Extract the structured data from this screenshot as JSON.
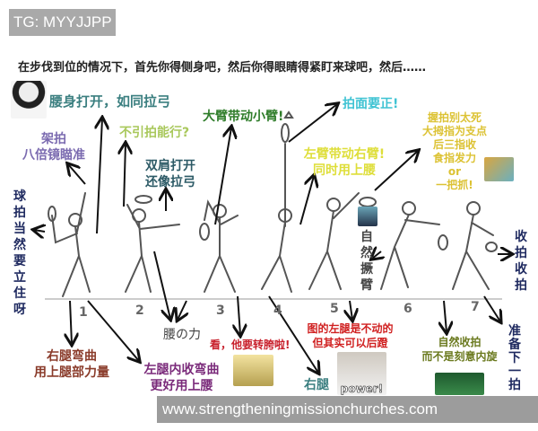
{
  "watermark_top": "TG: MYYJJPP",
  "headline": "在步伐到位的情况下，首先你得侧身吧，然后你得眼睛得紧盯来球吧，然后……",
  "labels": {
    "waist_open": "腰身打开，如同拉弓",
    "racket_frame_1": "架拍",
    "racket_frame_2": "八倍镜瞄准",
    "no_backswing": "不引拍能行?",
    "upper_arm": "大臂带动小臂!",
    "shoulders_1": "双肩打开",
    "shoulders_2": "还像拉弓",
    "racket_face": "拍面要正!",
    "left_arm_1": "左臂带动右臂!",
    "left_arm_2": "同时用上腰",
    "grip_1": "握拍别太死",
    "grip_2": "大拇指为支点",
    "grip_3": "后三指收",
    "grip_4": "食指发力",
    "grip_5": "or",
    "grip_6": "一把抓!",
    "racket_upright": "球拍当然要立住呀",
    "natural_snap": "自然撅臂",
    "follow_through": "收拍收拍",
    "waist_power": "腰の力",
    "right_leg_1": "右腿弯曲",
    "right_leg_2": "用上腿部力量",
    "left_leg_1": "左腿内收弯曲",
    "left_leg_2": "更好用上腰",
    "hip_turn": "看，他要转胯啦!",
    "left_leg_push_1": "图的左腿是不动的",
    "left_leg_push_2": "但其实可以后蹬",
    "right_leg_short": "右腿",
    "power": "power!",
    "natural_finish_1": "自然收拍",
    "natural_finish_2": "而不是刻意内旋",
    "next_shot": "准备下一拍"
  },
  "step_numbers": [
    "1",
    "2",
    "3",
    "4",
    "5",
    "6",
    "7"
  ],
  "watermark_bottom": "www.strengtheningmissionchurches.com",
  "colors": {
    "teal": "#3b7f80",
    "purple": "#7b6bb0",
    "lightgreen": "#a9c85c",
    "green": "#2f7d2a",
    "darkteal": "#2c5a66",
    "cyan": "#3fc3d3",
    "yellow": "#dede3a",
    "gold": "#dcc233",
    "navy": "#1f2a60",
    "brown": "#8a3b2a",
    "magenta": "#7a2a7a",
    "red": "#c8202c",
    "olive": "#6b7a1f"
  }
}
